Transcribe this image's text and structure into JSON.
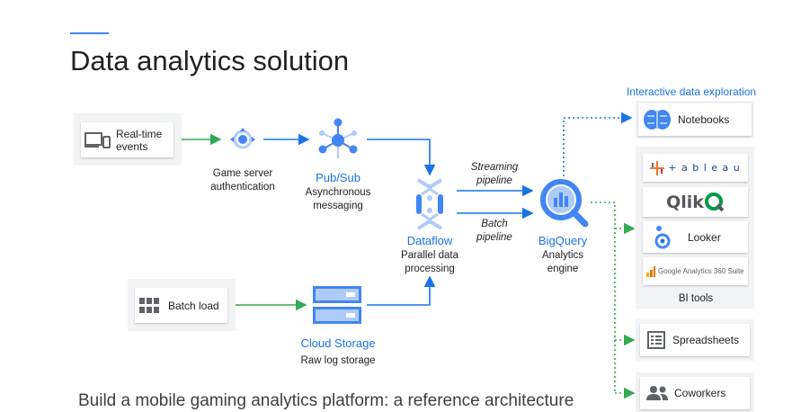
{
  "slide": {
    "title": "Data analytics solution",
    "footer": "Build a mobile gaming analytics platform: a reference architecture"
  },
  "sources": {
    "realtime_events": "Real-time\nevents",
    "batch_load": "Batch load"
  },
  "nodes": {
    "game_server": {
      "caption": "Game server\nauthentication"
    },
    "pubsub": {
      "title": "Pub/Sub",
      "caption": "Asynchronous\nmessaging"
    },
    "dataflow": {
      "title": "Dataflow",
      "caption": "Parallel data\nprocessing"
    },
    "bigquery": {
      "title": "BigQuery",
      "caption": "Analytics\nengine"
    },
    "cloud_storage": {
      "title": "Cloud Storage",
      "caption": "Raw log storage"
    }
  },
  "pipelines": {
    "streaming": "Streaming\npipeline",
    "batch": "Batch\npipeline"
  },
  "outputs": {
    "exploration_title": "Interactive data exploration",
    "notebooks": "Notebooks",
    "bi_tools": {
      "tableau": "+ a b l e a u",
      "qlik": "Qlik",
      "looker": "Looker",
      "google_analytics": "Google Analytics 360 Suite",
      "caption": "BI tools"
    },
    "spreadsheets": "Spreadsheets",
    "coworkers": "Coworkers"
  },
  "colors": {
    "accent": "#4285f4",
    "link_blue": "#1a73e8",
    "green_arrow": "#34a853",
    "group_bg": "#f1f3f4"
  },
  "icons": [
    "devices-icon",
    "key-icon",
    "pubsub-icon",
    "dataflow-icon",
    "bigquery-icon",
    "cloud-storage-icon",
    "grid-icon",
    "brain-icon",
    "tableau-logo",
    "qlik-logo",
    "looker-logo",
    "list-icon",
    "people-icon"
  ]
}
